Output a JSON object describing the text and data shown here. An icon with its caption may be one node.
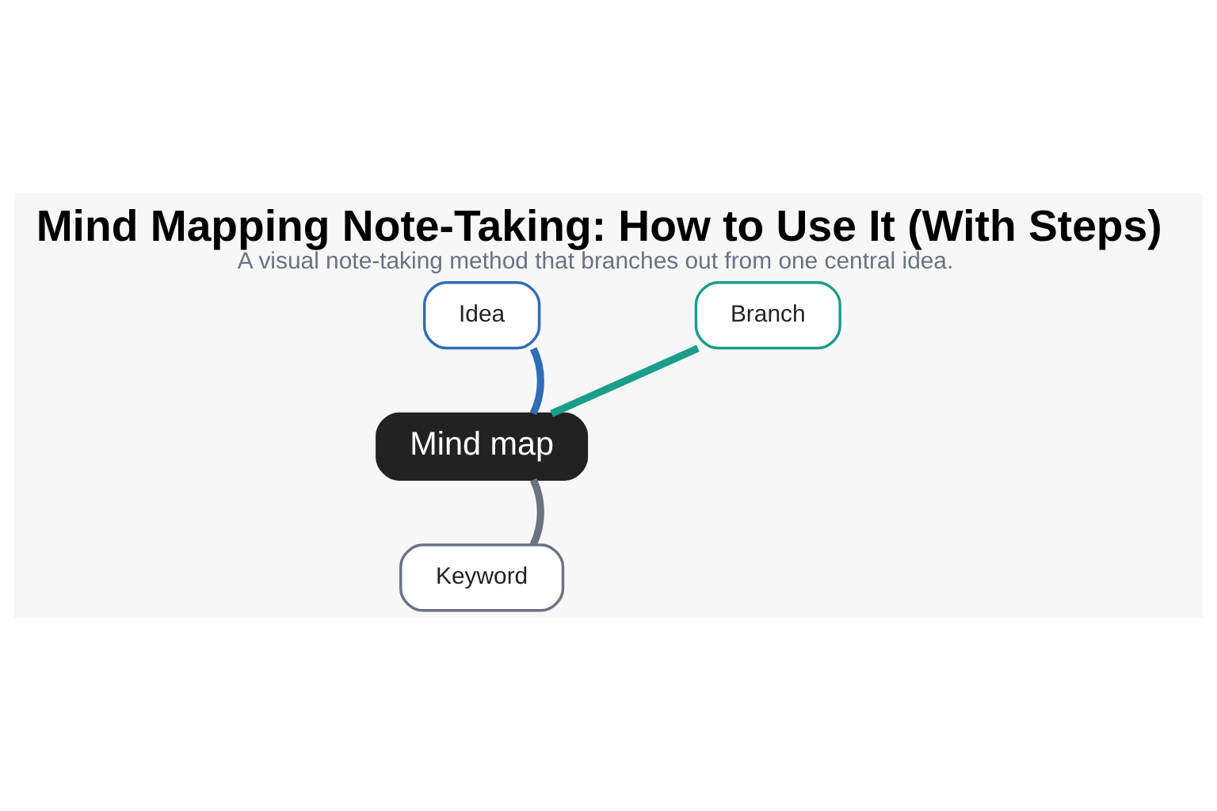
{
  "diagram": {
    "title": "Mind Mapping Note-Taking: How to Use It (With Steps)",
    "caption": "A visual note-taking method that branches out from one central idea.",
    "nodes": [
      {
        "text": [
          "Idea"
        ]
      },
      {
        "text": [
          "Branch"
        ]
      },
      {
        "text": [
          "Mind map"
        ]
      },
      {
        "text": [
          "Keyword"
        ]
      }
    ],
    "edges": [
      {
        "from": 2,
        "to": 0,
        "arrow": "none",
        "color": "#2f6db5"
      },
      {
        "from": 2,
        "to": 1,
        "arrow": "none",
        "color": "#1a9e8a"
      },
      {
        "from": 2,
        "to": 3,
        "arrow": "none",
        "color": "#6b7280"
      }
    ]
  }
}
